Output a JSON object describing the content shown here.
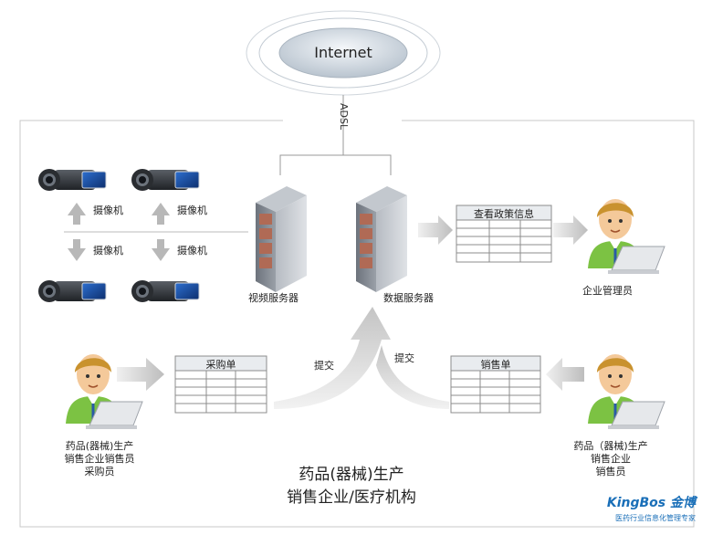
{
  "internet": {
    "label": "Internet"
  },
  "link": {
    "label": "ADSL"
  },
  "cameras": {
    "label1": "摄像机",
    "label2": "摄像机",
    "label3": "摄像机",
    "label4": "摄像机"
  },
  "servers": {
    "video_label": "视频服务器",
    "data_label": "数据服务器"
  },
  "policy_table": {
    "header": "查看政策信息"
  },
  "enterprise_admin": {
    "label": "企业管理员"
  },
  "purchase_table": {
    "header": "采购单"
  },
  "sales_table": {
    "header": "销售单"
  },
  "flows": {
    "submit_left": "提交",
    "submit_right": "提交"
  },
  "left_person": {
    "line1": "药品(器械)生产",
    "line2": "销售企业销售员",
    "line3": "采购员"
  },
  "right_person": {
    "line1": "药品（器械)生产",
    "line2": "销售企业",
    "line3": "销售员"
  },
  "caption": {
    "line1": "药品(器械)生产",
    "line2": "销售企业/医疗机构"
  },
  "brand": {
    "name": "KingBos 金博",
    "tagline": "医药行业信息化管理专家"
  },
  "colors": {
    "accent": "#1a6fb8",
    "server": "#8a8f98",
    "arrow": "#c8c8c8"
  }
}
